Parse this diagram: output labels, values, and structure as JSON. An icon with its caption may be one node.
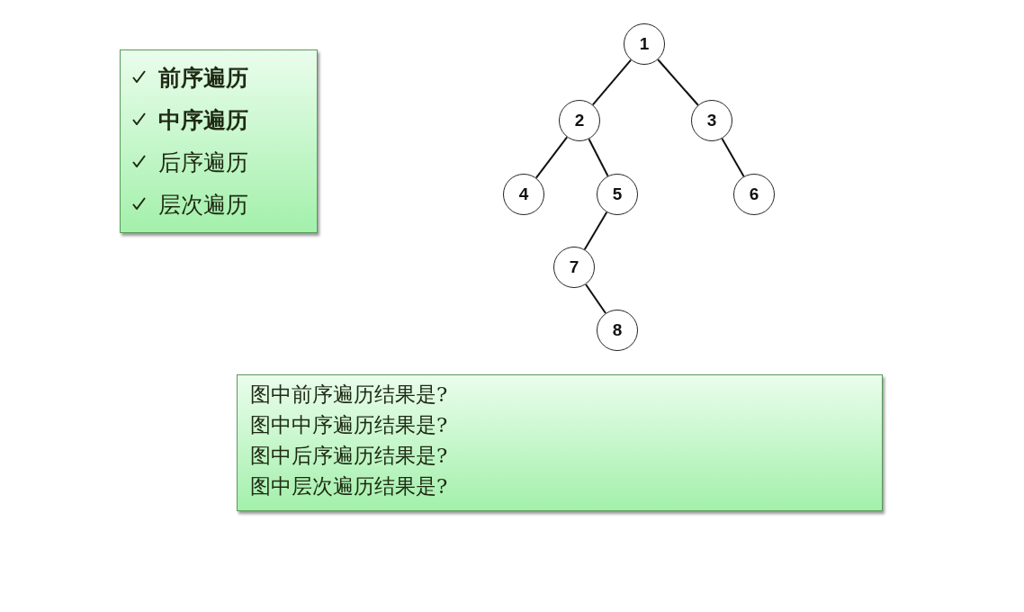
{
  "diagram": {
    "nodes": [
      {
        "text": [
          "前序遍历",
          "中序遍历",
          "后序遍历",
          "层次遍历"
        ]
      },
      {
        "text": [
          "1"
        ]
      },
      {
        "text": [
          "2"
        ]
      },
      {
        "text": [
          "3"
        ]
      },
      {
        "text": [
          "4"
        ]
      },
      {
        "text": [
          "5"
        ]
      },
      {
        "text": [
          "6"
        ]
      },
      {
        "text": [
          "7"
        ]
      },
      {
        "text": [
          "8"
        ]
      },
      {
        "text": [
          "图中前序遍历结果是?",
          "图中中序遍历结果是?",
          "图中后序遍历结果是?",
          "图中层次遍历结果是?"
        ]
      }
    ],
    "edges": [
      {
        "from": 1,
        "to": 2,
        "arrow": "none"
      },
      {
        "from": 1,
        "to": 3,
        "arrow": "none"
      },
      {
        "from": 2,
        "to": 4,
        "arrow": "none"
      },
      {
        "from": 2,
        "to": 5,
        "arrow": "none"
      },
      {
        "from": 3,
        "to": 6,
        "arrow": "none"
      },
      {
        "from": 5,
        "to": 7,
        "arrow": "none"
      },
      {
        "from": 7,
        "to": 8,
        "arrow": "none"
      }
    ]
  }
}
